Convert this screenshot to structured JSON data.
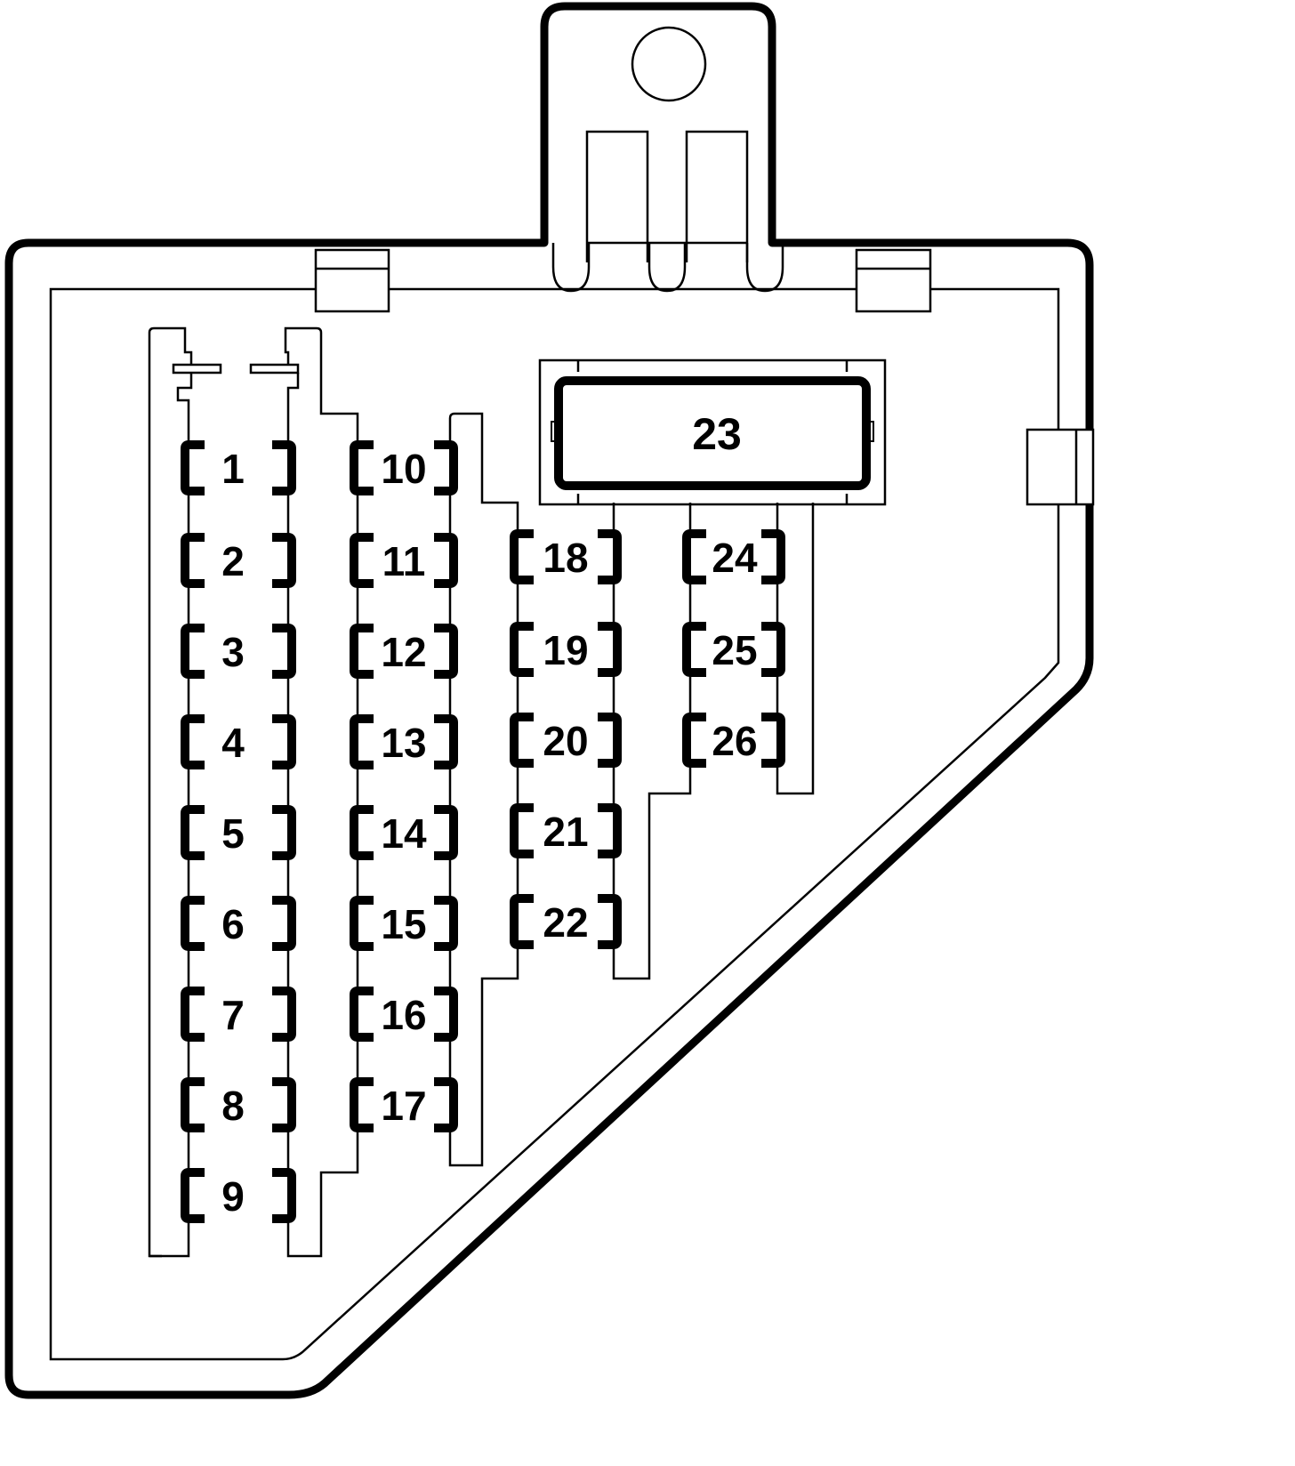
{
  "colors": {
    "line": "#000000",
    "background": "#ffffff"
  },
  "relay": {
    "label": "23"
  },
  "fuses": [
    {
      "label": "1"
    },
    {
      "label": "2"
    },
    {
      "label": "3"
    },
    {
      "label": "4"
    },
    {
      "label": "5"
    },
    {
      "label": "6"
    },
    {
      "label": "7"
    },
    {
      "label": "8"
    },
    {
      "label": "9"
    },
    {
      "label": "10"
    },
    {
      "label": "11"
    },
    {
      "label": "12"
    },
    {
      "label": "13"
    },
    {
      "label": "14"
    },
    {
      "label": "15"
    },
    {
      "label": "16"
    },
    {
      "label": "17"
    },
    {
      "label": "18"
    },
    {
      "label": "19"
    },
    {
      "label": "20"
    },
    {
      "label": "21"
    },
    {
      "label": "22"
    },
    {
      "label": "24"
    },
    {
      "label": "25"
    },
    {
      "label": "26"
    }
  ]
}
